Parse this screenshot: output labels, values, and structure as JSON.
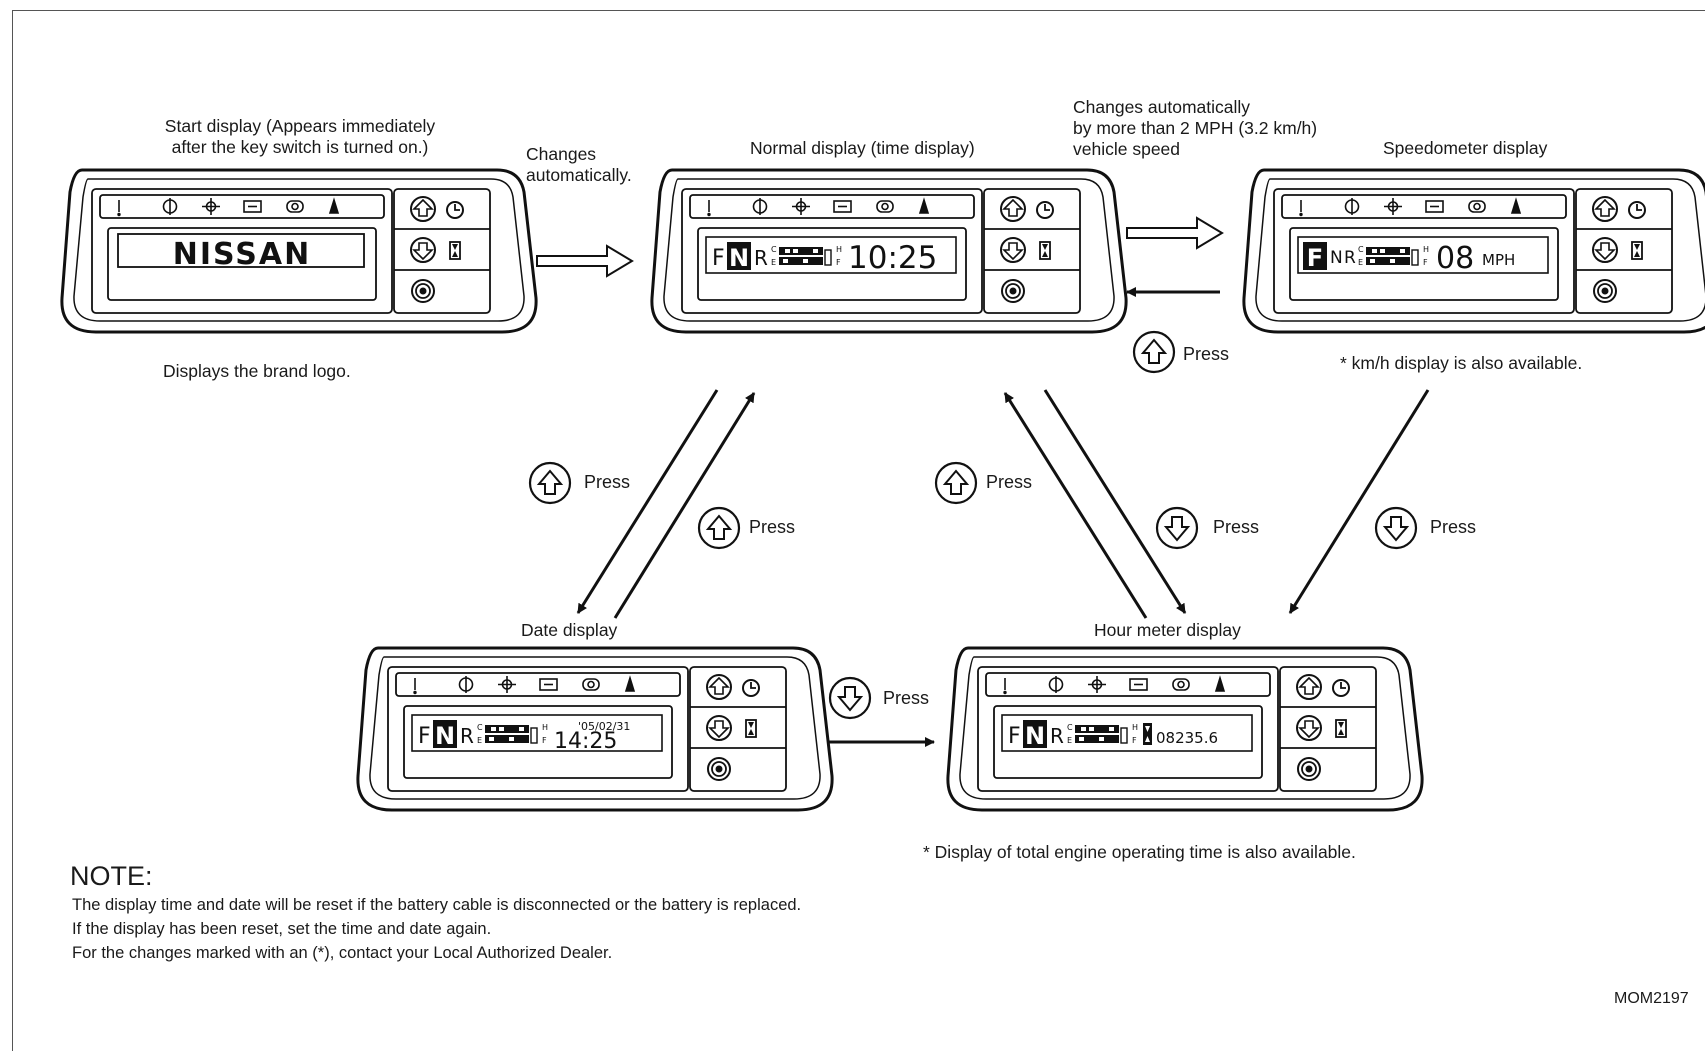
{
  "displays": {
    "start": {
      "caption": "Start display (Appears immediately after the key switch is turned on.)",
      "caption_line1": "Start display (Appears immediately",
      "caption_line2": "after the key switch is turned on.)",
      "screen_text": "NISSAN",
      "note": "Displays the brand logo."
    },
    "normal": {
      "caption": "Normal display (time display)",
      "screen_time": "10:25"
    },
    "speedometer": {
      "caption": "Speedometer display",
      "screen_value": "08",
      "screen_unit": "MPH",
      "note": "* km/h display is also available."
    },
    "date": {
      "caption": "Date display",
      "screen_date": "'05/02/31",
      "screen_time": "14:25"
    },
    "hour_meter": {
      "caption": "Hour meter display",
      "screen_value": "08235.6",
      "note": "* Display of total engine operating time is also available."
    }
  },
  "screen_common": {
    "gear_f": "F",
    "gear_n": "N",
    "gear_r": "R",
    "temp_c": "C",
    "temp_e": "E",
    "temp_h": "H",
    "temp_f": "F",
    "warning_glyph": "!"
  },
  "transitions": {
    "start_to_normal_line1": "Changes",
    "start_to_normal_line2": "automatically.",
    "normal_to_speed_line1": "Changes automatically",
    "normal_to_speed_line2": "by more than 2 MPH (3.2 km/h)",
    "normal_to_speed_line3": "vehicle speed",
    "press": "Press"
  },
  "note": {
    "title": "NOTE:",
    "lines": [
      "The display time and date will be reset if the battery cable is disconnected or the battery is replaced.",
      "If the display has been reset, set the time and date again.",
      "For the changes marked with an (*), contact your Local Authorized Dealer."
    ]
  },
  "figure_code": "MOM2197",
  "icons": {
    "up_button": "up-arrow-button-icon",
    "down_button": "down-arrow-button-icon",
    "clock": "clock-icon",
    "hourglass": "hourglass-icon",
    "round_button": "round-button-icon"
  },
  "colors": {
    "line": "#111111",
    "panel_bg": "#ffffff"
  }
}
